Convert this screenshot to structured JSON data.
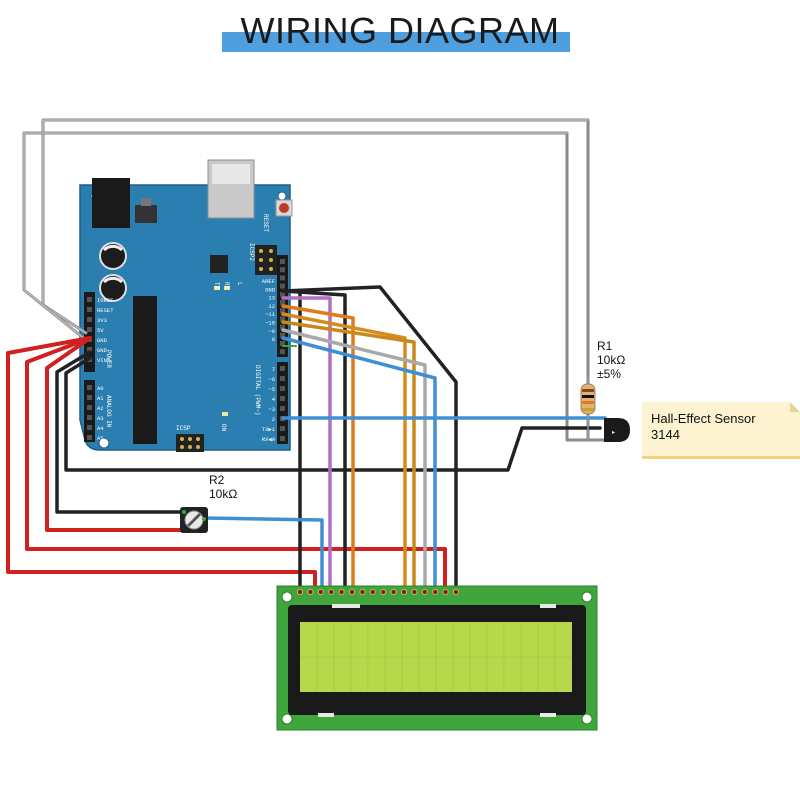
{
  "title": "WIRING DIAGRAM",
  "resistor_r1": {
    "name": "R1",
    "value": "10kΩ",
    "tolerance": "±5%"
  },
  "resistor_r2": {
    "name": "R2",
    "value": "10kΩ"
  },
  "sensor_note": {
    "line1": "Hall-Effect Sensor",
    "line2": "3144"
  },
  "arduino": {
    "reset_label": "RESET",
    "icsp2_label": "ICSP2",
    "icsp_label": "ICSP",
    "tx_label": "TX",
    "rx_label": "RX",
    "l_label": "L",
    "on_label": "ON",
    "power_label": "POWER",
    "analog_label": "ANALOG IN",
    "digital_label": "DIGITAL (PWM~)",
    "power_pins": [
      "IOREF",
      "RESET",
      "3V3",
      "5V",
      "GND",
      "GND",
      "VIN"
    ],
    "analog_pins": [
      "A0",
      "A1",
      "A2",
      "A3",
      "A4",
      "A5"
    ],
    "digital_pins_top": [
      "AREF",
      "GND",
      "13",
      "12",
      "~11",
      "~10",
      "~9",
      "8"
    ],
    "digital_pins_bottom": [
      "7",
      "~6",
      "~5",
      "4",
      "~3",
      "2",
      "TX▶1",
      "RX◀0"
    ]
  },
  "colors": {
    "board": "#2b7fb0",
    "lcd_pcb": "#3fa53c",
    "lcd_screen": "#b6d84a",
    "wire_red": "#d0201f",
    "wire_black": "#222222",
    "wire_gray": "#a9a9a9",
    "wire_blue": "#3f8fd4",
    "wire_orange": "#e07b1c",
    "wire_purple": "#b070c8",
    "wire_dark_orange": "#c98a1c"
  }
}
